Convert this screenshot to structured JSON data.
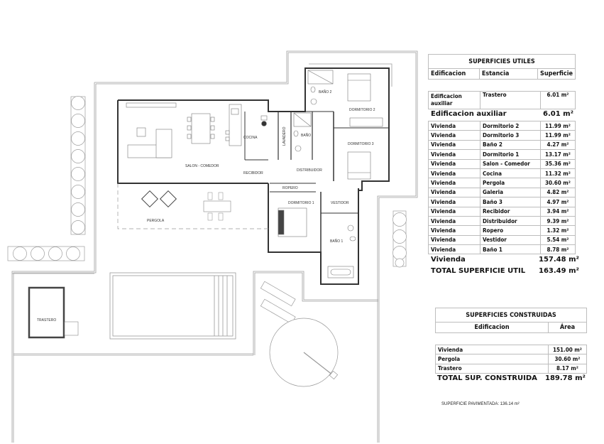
{
  "floor_plan": {
    "rooms": {
      "salon_comedor": "SALON - COMEDOR",
      "cocina": "COCINA",
      "lavadero": "LAVADERO",
      "bano": "BAÑO",
      "bano2": "BAÑO 2",
      "dormitorio2": "DORMITORIO 2",
      "dormitorio3": "DORMITORIO 3",
      "recibidor": "RECIBIDOR",
      "distribuidor": "DISTRIBUIDOR",
      "ropero": "ROPERO",
      "dormitorio1": "DORMITORIO 1",
      "vestidor": "VESTIDOR",
      "bano1": "BAÑO 1",
      "pergola": "PERGOLA",
      "trastero": "TRASTERO"
    }
  },
  "utiles": {
    "title": "SUPERFICIES UTILES",
    "headers": [
      "Edificacion",
      "Estancia",
      "Superficie"
    ],
    "auxiliar_row": {
      "edificacion": "Edificacion auxiliar",
      "estancia": "Trastero",
      "superficie": "6.01 m²"
    },
    "auxiliar_total": {
      "label": "Edificacion auxiliar",
      "value": "6.01 m²"
    },
    "rows": [
      {
        "edificacion": "Vivienda",
        "estancia": "Dormitorio 2",
        "superficie": "11.99 m²"
      },
      {
        "edificacion": "Vivienda",
        "estancia": "Dormitorio 3",
        "superficie": "11.99 m²"
      },
      {
        "edificacion": "Vivienda",
        "estancia": "Baño 2",
        "superficie": "4.27 m²"
      },
      {
        "edificacion": "Vivienda",
        "estancia": "Dormitorio 1",
        "superficie": "13.17 m²"
      },
      {
        "edificacion": "Vivienda",
        "estancia": "Salon  - Comedor",
        "superficie": "35.36 m²"
      },
      {
        "edificacion": "Vivienda",
        "estancia": "Cocina",
        "superficie": "11.32 m²"
      },
      {
        "edificacion": "Vivienda",
        "estancia": "Pergola",
        "superficie": "30.60 m²"
      },
      {
        "edificacion": "Vivienda",
        "estancia": "Galeria",
        "superficie": "4.82 m²"
      },
      {
        "edificacion": "Vivienda",
        "estancia": "Baño 3",
        "superficie": "4.97 m²"
      },
      {
        "edificacion": "Vivienda",
        "estancia": "Recibidor",
        "superficie": "3.94 m²"
      },
      {
        "edificacion": "Vivienda",
        "estancia": "Distribuidor",
        "superficie": "9.39 m²"
      },
      {
        "edificacion": "Vivienda",
        "estancia": "Ropero",
        "superficie": "1.32 m²"
      },
      {
        "edificacion": "Vivienda",
        "estancia": "Vestidor",
        "superficie": "5.54 m²"
      },
      {
        "edificacion": "Vivienda",
        "estancia": "Baño 1",
        "superficie": "8.78 m²"
      }
    ],
    "vivienda_total": {
      "label": "Vivienda",
      "value": "157.48 m²"
    },
    "grand_total": {
      "label": "TOTAL SUPERFICIE UTIL",
      "value": "163.49 m²"
    }
  },
  "construidas": {
    "title": "SUPERFICIES CONSTRUIDAS",
    "headers": [
      "Edificacion",
      "Área"
    ],
    "rows": [
      {
        "edificacion": "Vivienda",
        "area": "151.00 m²"
      },
      {
        "edificacion": "Pergola",
        "area": "30.60 m²"
      },
      {
        "edificacion": "Trastero",
        "area": "8.17 m²"
      }
    ],
    "total": {
      "label": "TOTAL SUP. CONSTRUIDA",
      "value": "189.78 m²"
    }
  },
  "footnote": "SUPERFICIE PAVIMENTADA: 136.14 m²"
}
